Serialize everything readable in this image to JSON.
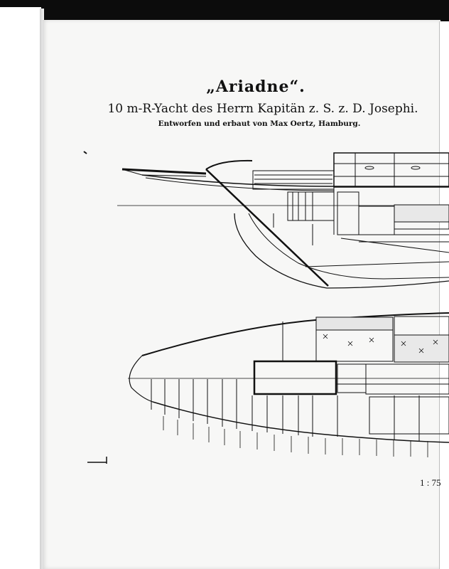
{
  "document": {
    "title": "„Ariadne“.",
    "subtitle": "10 m-R-Yacht des Herrn Kapitän z. S. z. D. Josephi.",
    "credit": "Entworfen und erbaut von Max Oertz, Hamburg.",
    "scale": "1 : 75"
  },
  "colors": {
    "ink": "#111111",
    "paper": "#f7f7f6",
    "frame": "#0c0c0c"
  }
}
